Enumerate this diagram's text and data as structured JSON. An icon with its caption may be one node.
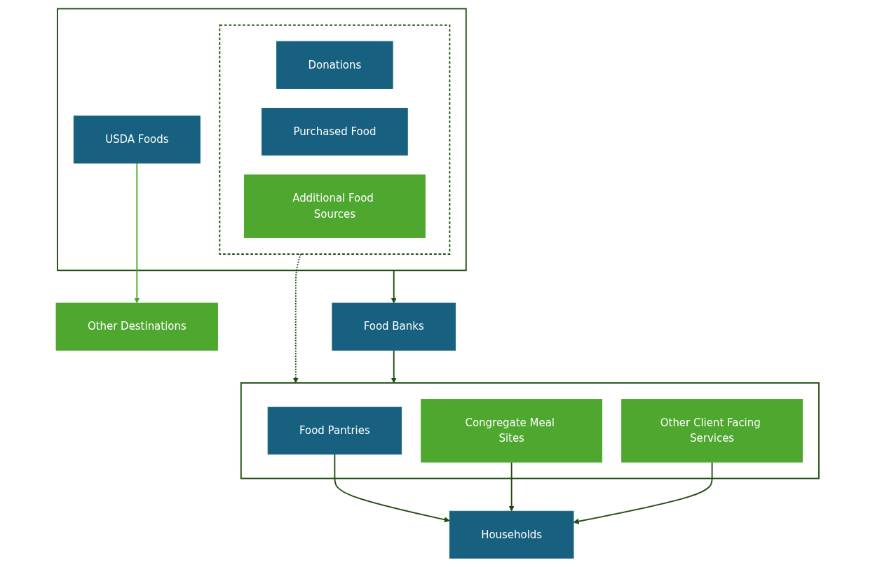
{
  "diagram": {
    "nodes": [
      {
        "text": [],
        "shape": "box"
      },
      {
        "text": [
          "USDA Foods"
        ],
        "in": 0
      },
      {
        "text": [],
        "shape": "box",
        "in": 0
      },
      {
        "text": [
          "Donations"
        ],
        "in": 2
      },
      {
        "text": [
          "Purchased Food"
        ],
        "in": 2
      },
      {
        "text": [
          "Additional Food Sources"
        ],
        "in": 2
      },
      {
        "text": [
          "Other Destinations"
        ]
      },
      {
        "text": [
          "Food Banks"
        ]
      },
      {
        "text": [],
        "shape": "box"
      },
      {
        "text": [
          "Food Pantries"
        ],
        "in": 8
      },
      {
        "text": [
          "Congregate Meal Sites"
        ],
        "in": 8
      },
      {
        "text": [
          "Other Client Facing Services"
        ],
        "in": 8
      },
      {
        "text": [
          "Households"
        ]
      }
    ],
    "edges": [
      {
        "from": 1,
        "to": 6,
        "arrow": "to",
        "color": "#4ea72e"
      },
      {
        "from": 0,
        "to": 7,
        "arrow": "to"
      },
      {
        "from": 2,
        "to": 8,
        "arrow": "to",
        "style": "dashed"
      },
      {
        "from": 7,
        "to": 8,
        "arrow": "to"
      },
      {
        "from": 9,
        "to": 12,
        "arrow": "to"
      },
      {
        "from": 10,
        "to": 12,
        "arrow": "to"
      },
      {
        "from": 11,
        "to": 12,
        "arrow": "to"
      }
    ]
  }
}
